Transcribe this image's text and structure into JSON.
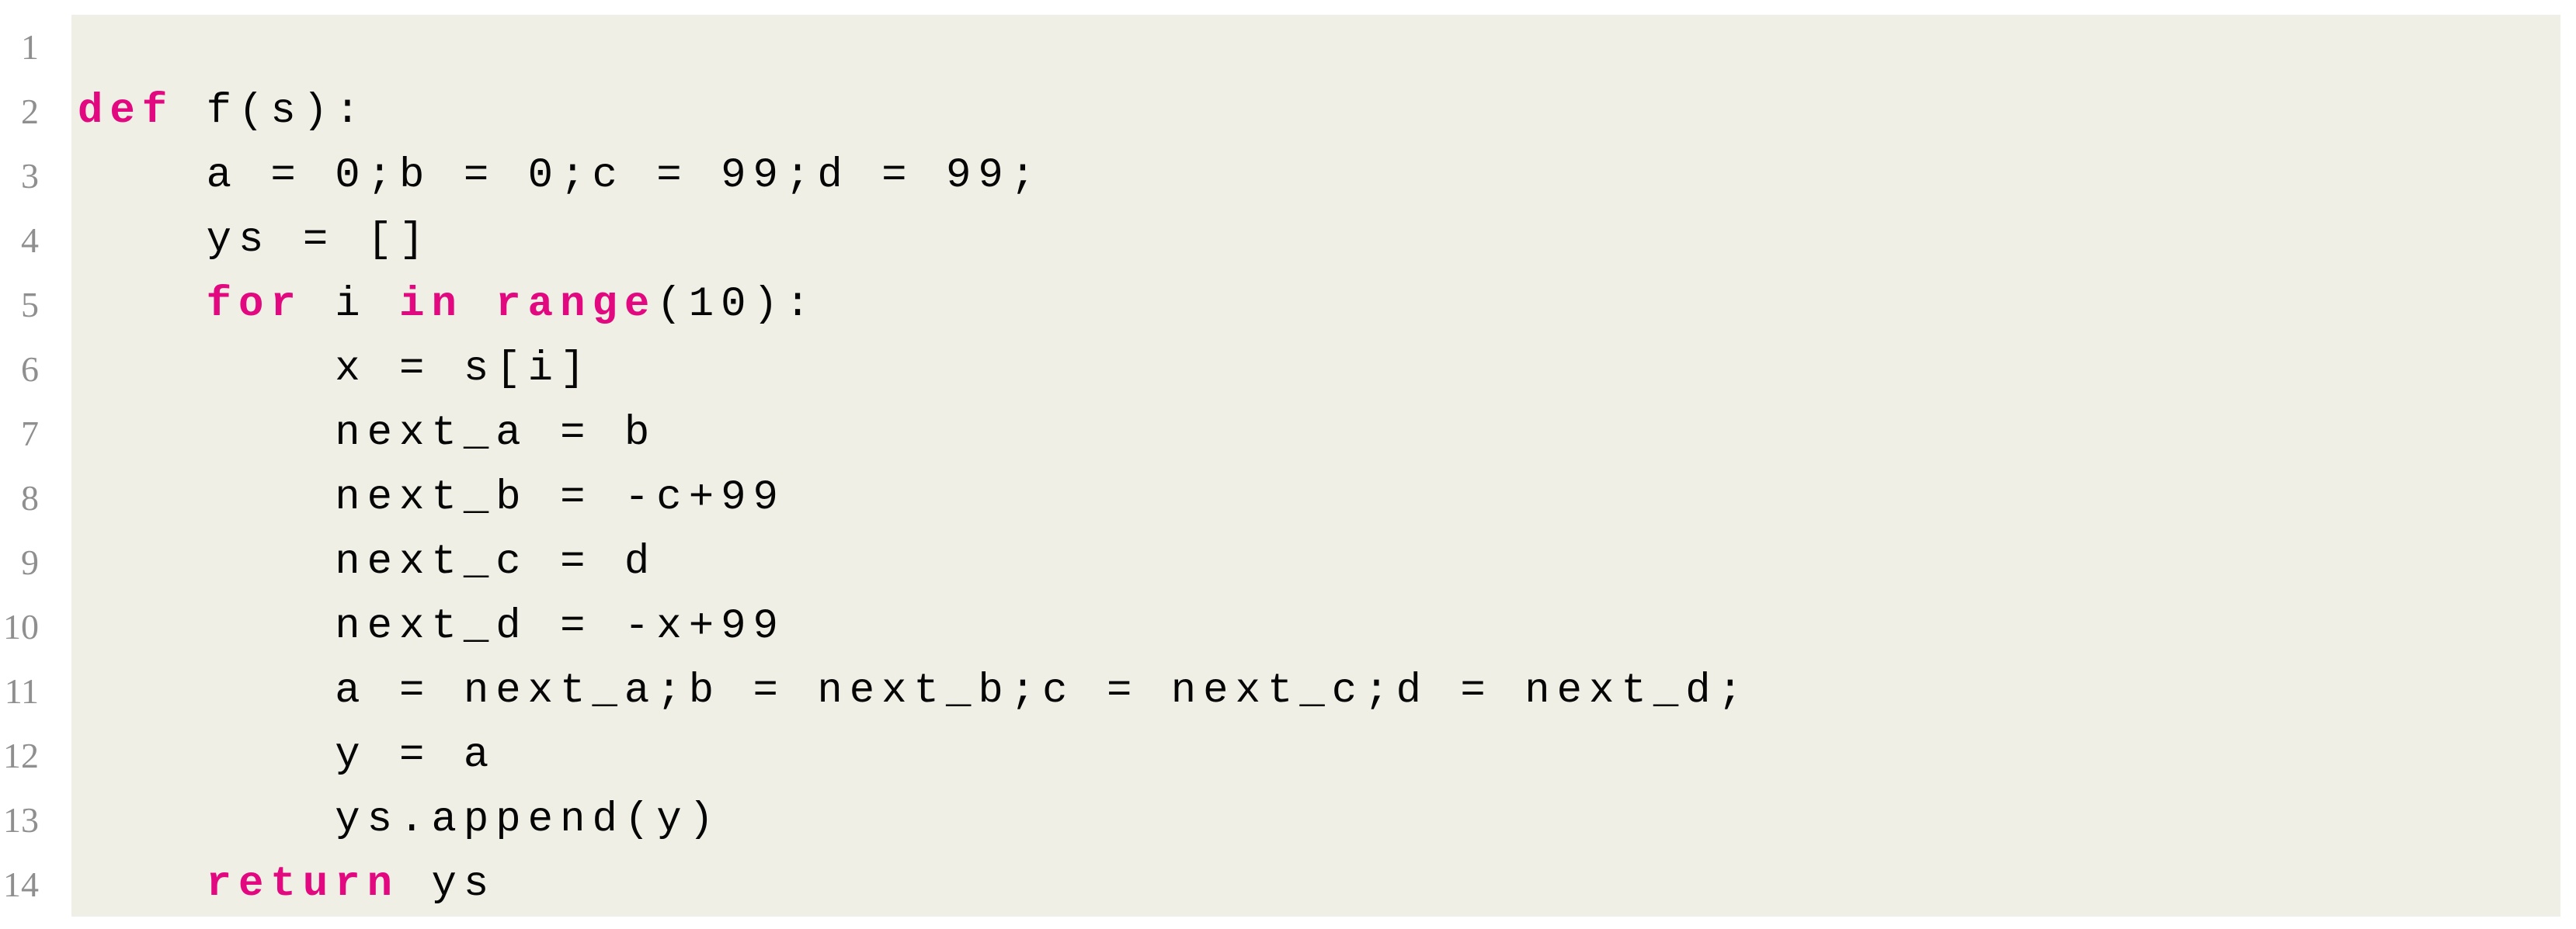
{
  "listing": {
    "language": "python",
    "colors": {
      "page_background": "#ffffff",
      "code_background": "#f0efe5",
      "keyword": "#e20880",
      "text": "#050505",
      "line_number": "#8f8f8f"
    },
    "lines": [
      {
        "number": "1",
        "tokens": []
      },
      {
        "number": "2",
        "tokens": [
          {
            "type": "keyword",
            "text": "def"
          },
          {
            "type": "plain",
            "text": " f(s):"
          }
        ]
      },
      {
        "number": "3",
        "tokens": [
          {
            "type": "plain",
            "text": "    a = 0;b = 0;c = 99;d = 99;"
          }
        ]
      },
      {
        "number": "4",
        "tokens": [
          {
            "type": "plain",
            "text": "    ys = []"
          }
        ]
      },
      {
        "number": "5",
        "tokens": [
          {
            "type": "plain",
            "text": "    "
          },
          {
            "type": "keyword",
            "text": "for"
          },
          {
            "type": "plain",
            "text": " i "
          },
          {
            "type": "keyword",
            "text": "in"
          },
          {
            "type": "plain",
            "text": " "
          },
          {
            "type": "keyword",
            "text": "range"
          },
          {
            "type": "plain",
            "text": "(10):"
          }
        ]
      },
      {
        "number": "6",
        "tokens": [
          {
            "type": "plain",
            "text": "        x = s[i]"
          }
        ]
      },
      {
        "number": "7",
        "tokens": [
          {
            "type": "plain",
            "text": "        next_a = b"
          }
        ]
      },
      {
        "number": "8",
        "tokens": [
          {
            "type": "plain",
            "text": "        next_b = -c+99"
          }
        ]
      },
      {
        "number": "9",
        "tokens": [
          {
            "type": "plain",
            "text": "        next_c = d"
          }
        ]
      },
      {
        "number": "10",
        "tokens": [
          {
            "type": "plain",
            "text": "        next_d = -x+99"
          }
        ]
      },
      {
        "number": "11",
        "tokens": [
          {
            "type": "plain",
            "text": "        a = next_a;b = next_b;c = next_c;d = next_d;"
          }
        ]
      },
      {
        "number": "12",
        "tokens": [
          {
            "type": "plain",
            "text": "        y = a"
          }
        ]
      },
      {
        "number": "13",
        "tokens": [
          {
            "type": "plain",
            "text": "        ys.append(y)"
          }
        ]
      },
      {
        "number": "14",
        "tokens": [
          {
            "type": "plain",
            "text": "    "
          },
          {
            "type": "keyword",
            "text": "return"
          },
          {
            "type": "plain",
            "text": " ys"
          }
        ]
      }
    ]
  }
}
